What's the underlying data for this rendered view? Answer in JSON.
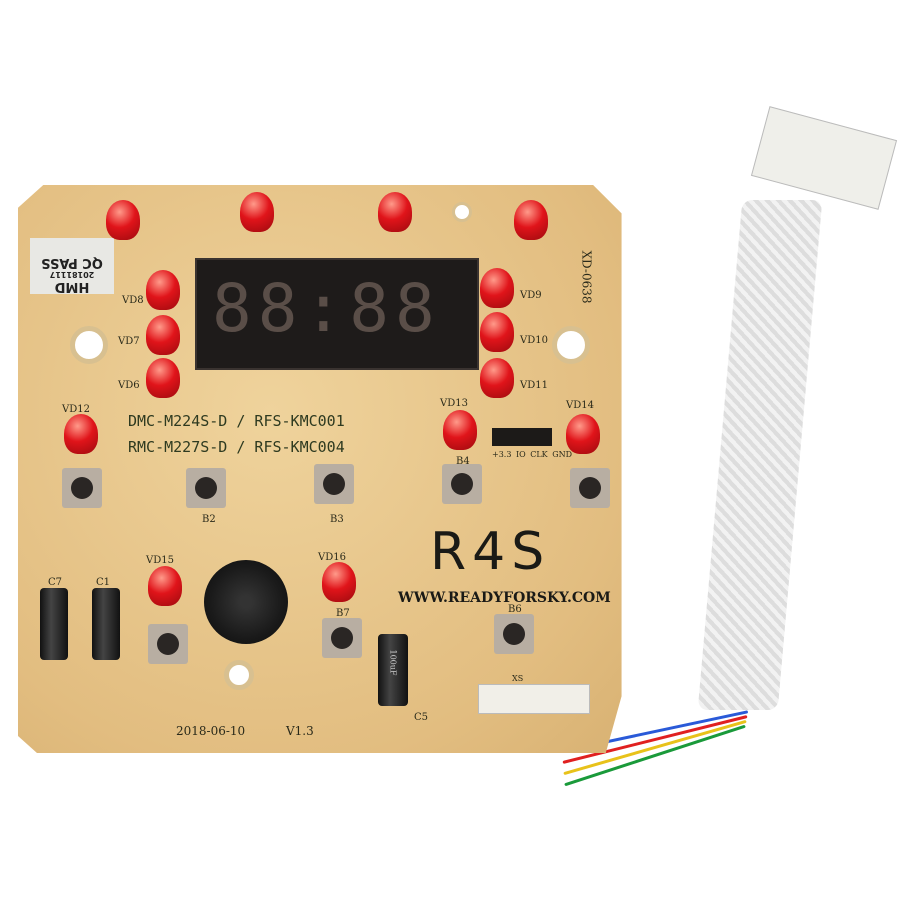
{
  "board": {
    "qc_label": {
      "line1": "HMD",
      "line2": "20181117",
      "line3": "QC PASS"
    },
    "display_digits": "88:88",
    "board_id": "XD-0638",
    "model_lines": [
      "DMC-M224S-D / RFS-KMC001",
      "RMC-M227S-D / RFS-KMC004"
    ],
    "logo": "R4S",
    "url": "WWW.READYFORSKY.COM",
    "date": "2018-06-10",
    "version": "V1.3",
    "header_pins": [
      "+3.3",
      "IO",
      "CLK",
      "GND"
    ],
    "led_labels": [
      "VD8",
      "VD7",
      "VD6",
      "VD9",
      "VD10",
      "VD11",
      "VD12",
      "VD13",
      "VD14",
      "VD15",
      "VD16"
    ],
    "button_labels": [
      "B2",
      "B3",
      "B4",
      "B6",
      "B7"
    ],
    "capacitor_labels": [
      "C7",
      "C1",
      "C5"
    ],
    "capacitor_marking": "100uF",
    "connector_label": "XS"
  },
  "colors": {
    "pcb": "#e6c488",
    "led": "#e0141a",
    "silkscreen": "#2a2a1a"
  }
}
